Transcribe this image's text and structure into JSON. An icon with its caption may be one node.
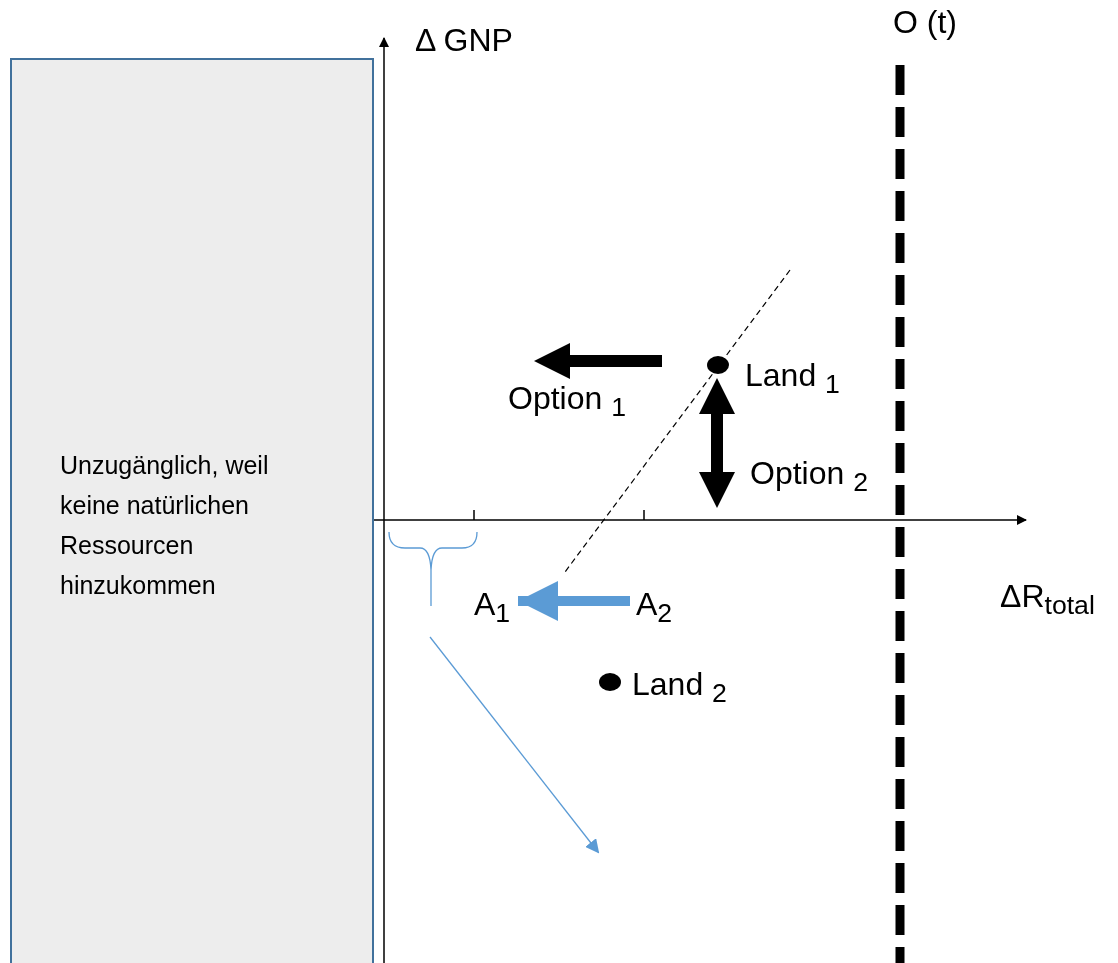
{
  "diagram": {
    "nodes": [
      {
        "text": [
          "Unzugänglich, weil keine natürlichen Ressourcen hinzukommen"
        ]
      },
      {
        "text": [],
        "shape": "circle",
        "beside": [
          "Land $_{1}$"
        ]
      },
      {
        "text": [
          "A$_{1}$"
        ]
      },
      {
        "text": [
          "A$_{2}$"
        ]
      },
      {
        "text": [],
        "shape": "circle",
        "beside": [
          "Land $_{2}$"
        ]
      }
    ],
    "edges": [
      {
        "from": 3,
        "to": 2,
        "arrow": "to"
      }
    ],
    "labels": [
      "O (t)",
      "Δ GNP",
      "Option $_{1}$",
      "Option $_{2}$",
      "ΔR$_{total}$"
    ]
  }
}
